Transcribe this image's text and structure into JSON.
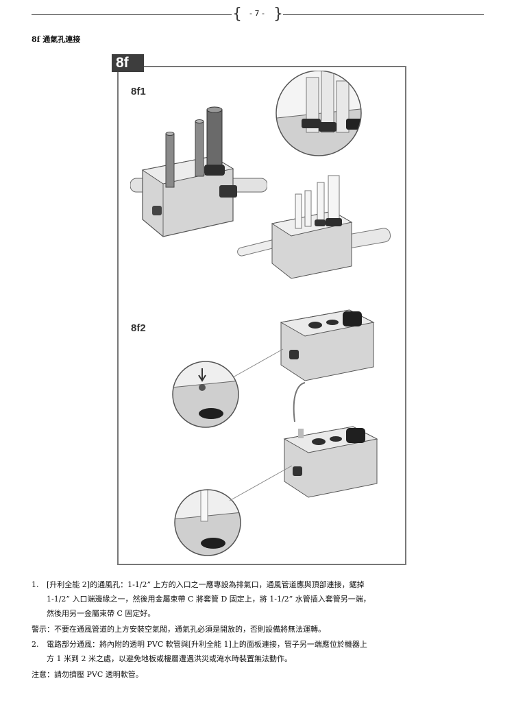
{
  "header": {
    "page_number": "- 7 -"
  },
  "section_title": "8f 通氣孔連接",
  "figure": {
    "tab_label": "8f",
    "sub1_label": "8f1",
    "sub2_label": "8f2"
  },
  "body": {
    "item1": {
      "num": "1.",
      "line1": "[升利全能 2]的通風孔：1-1/2” 上方的入口之一應專設為排氣口，通風管道應與頂部連接，鋸掉",
      "line2": "1-1/2” 入口端邊緣之一，然後用金屬束帶 C 將套管 D 固定上，將 1-1/2” 水管插入套管另一端，",
      "line3": "然後用另一金屬束帶 C 固定好。"
    },
    "warning": "警示：不要在通風管道的上方安裝空氣閥，通氣孔必須是開放的，否則設備將無法運轉。",
    "item2": {
      "num": "2.",
      "line1": "電路部分通風：將內附的透明 PVC 軟管與[升利全能 1]上的面板連接，管子另一端應位於機器上",
      "line2": "方 1 米到 2 米之處，以避免地板或樓層遭遇洪災或淹水時裝置無法動作。"
    },
    "note": "注意：請勿擠壓 PVC 透明軟管。"
  }
}
